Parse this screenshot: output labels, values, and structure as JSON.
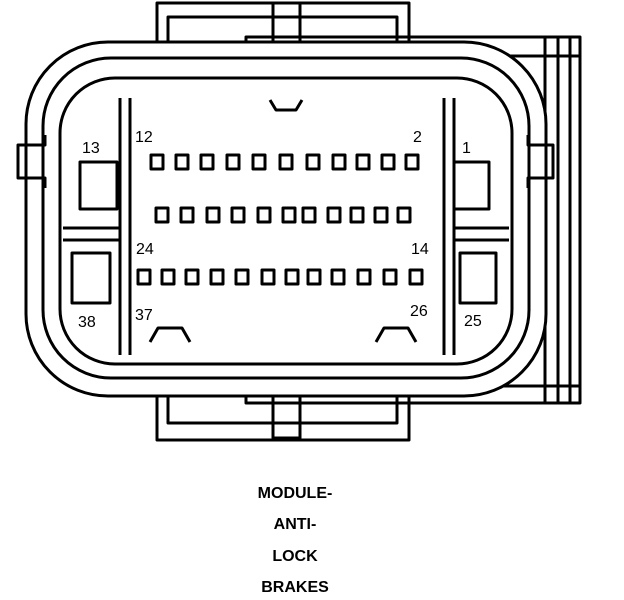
{
  "pin_labels": {
    "p12": "12",
    "p2": "2",
    "p13": "13",
    "p1": "1",
    "p24": "24",
    "p14": "14",
    "p38": "38",
    "p37": "37",
    "p26": "26",
    "p25": "25"
  },
  "caption": {
    "line1": "MODULE-",
    "line2": "ANTI-",
    "line3": "LOCK",
    "line4": "BRAKES"
  },
  "cavity_rows": {
    "top_row_count": 11,
    "middle_row_count": 11,
    "bottom_row_count": 12
  }
}
